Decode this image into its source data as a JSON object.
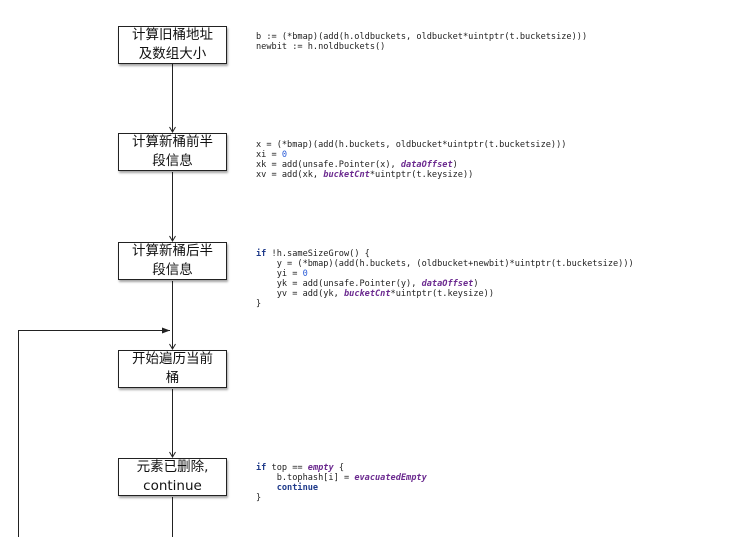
{
  "colors": {
    "line": "#222222",
    "keyword": "#1f3a8a",
    "number": "#2a5bd7",
    "constant": "#6b2a8f",
    "text": "#222222"
  },
  "steps": [
    {
      "label_lines": [
        "计算旧桶地址",
        "及数组大小"
      ],
      "code": [
        [
          {
            "t": "b := (*bmap)(add(h.oldbuckets, oldbucket*uintptr(t.bucketsize)))"
          }
        ],
        [
          {
            "t": "newbit := h.noldbuckets()"
          }
        ]
      ]
    },
    {
      "label_lines": [
        "计算新桶前半",
        "段信息"
      ],
      "code": [
        [
          {
            "t": "x = (*bmap)(add(h.buckets, oldbucket*uintptr(t.bucketsize)))"
          }
        ],
        [
          {
            "t": "xi = "
          },
          {
            "t": "0",
            "c": "num"
          }
        ],
        [
          {
            "t": "xk = add(unsafe.Pointer(x), "
          },
          {
            "t": "dataOffset",
            "c": "const"
          },
          {
            "t": ")"
          }
        ],
        [
          {
            "t": "xv = add(xk, "
          },
          {
            "t": "bucketCnt",
            "c": "const"
          },
          {
            "t": "*uintptr(t.keysize))"
          }
        ]
      ]
    },
    {
      "label_lines": [
        "计算新桶后半",
        "段信息"
      ],
      "code": [
        [
          {
            "t": "if",
            "c": "kw"
          },
          {
            "t": " !h.sameSizeGrow() {"
          }
        ],
        [
          {
            "t": "    y = (*bmap)(add(h.buckets, (oldbucket+newbit)*uintptr(t.bucketsize)))"
          }
        ],
        [
          {
            "t": "    yi = "
          },
          {
            "t": "0",
            "c": "num"
          }
        ],
        [
          {
            "t": "    yk = add(unsafe.Pointer(y), "
          },
          {
            "t": "dataOffset",
            "c": "const"
          },
          {
            "t": ")"
          }
        ],
        [
          {
            "t": "    yv = add(yk, "
          },
          {
            "t": "bucketCnt",
            "c": "const"
          },
          {
            "t": "*uintptr(t.keysize))"
          }
        ],
        [
          {
            "t": "}"
          }
        ]
      ]
    },
    {
      "label_lines": [
        "开始遍历当前",
        "桶"
      ],
      "code": []
    },
    {
      "label_lines": [
        "元素已删除,",
        "continue"
      ],
      "code": [
        [
          {
            "t": "if",
            "c": "kw"
          },
          {
            "t": " top == "
          },
          {
            "t": "empty",
            "c": "const"
          },
          {
            "t": " {"
          }
        ],
        [
          {
            "t": "    b.tophash[i] = "
          },
          {
            "t": "evacuatedEmpty",
            "c": "const"
          }
        ],
        [
          {
            "t": "    "
          },
          {
            "t": "continue",
            "c": "kw"
          }
        ],
        [
          {
            "t": "}"
          }
        ]
      ]
    }
  ]
}
